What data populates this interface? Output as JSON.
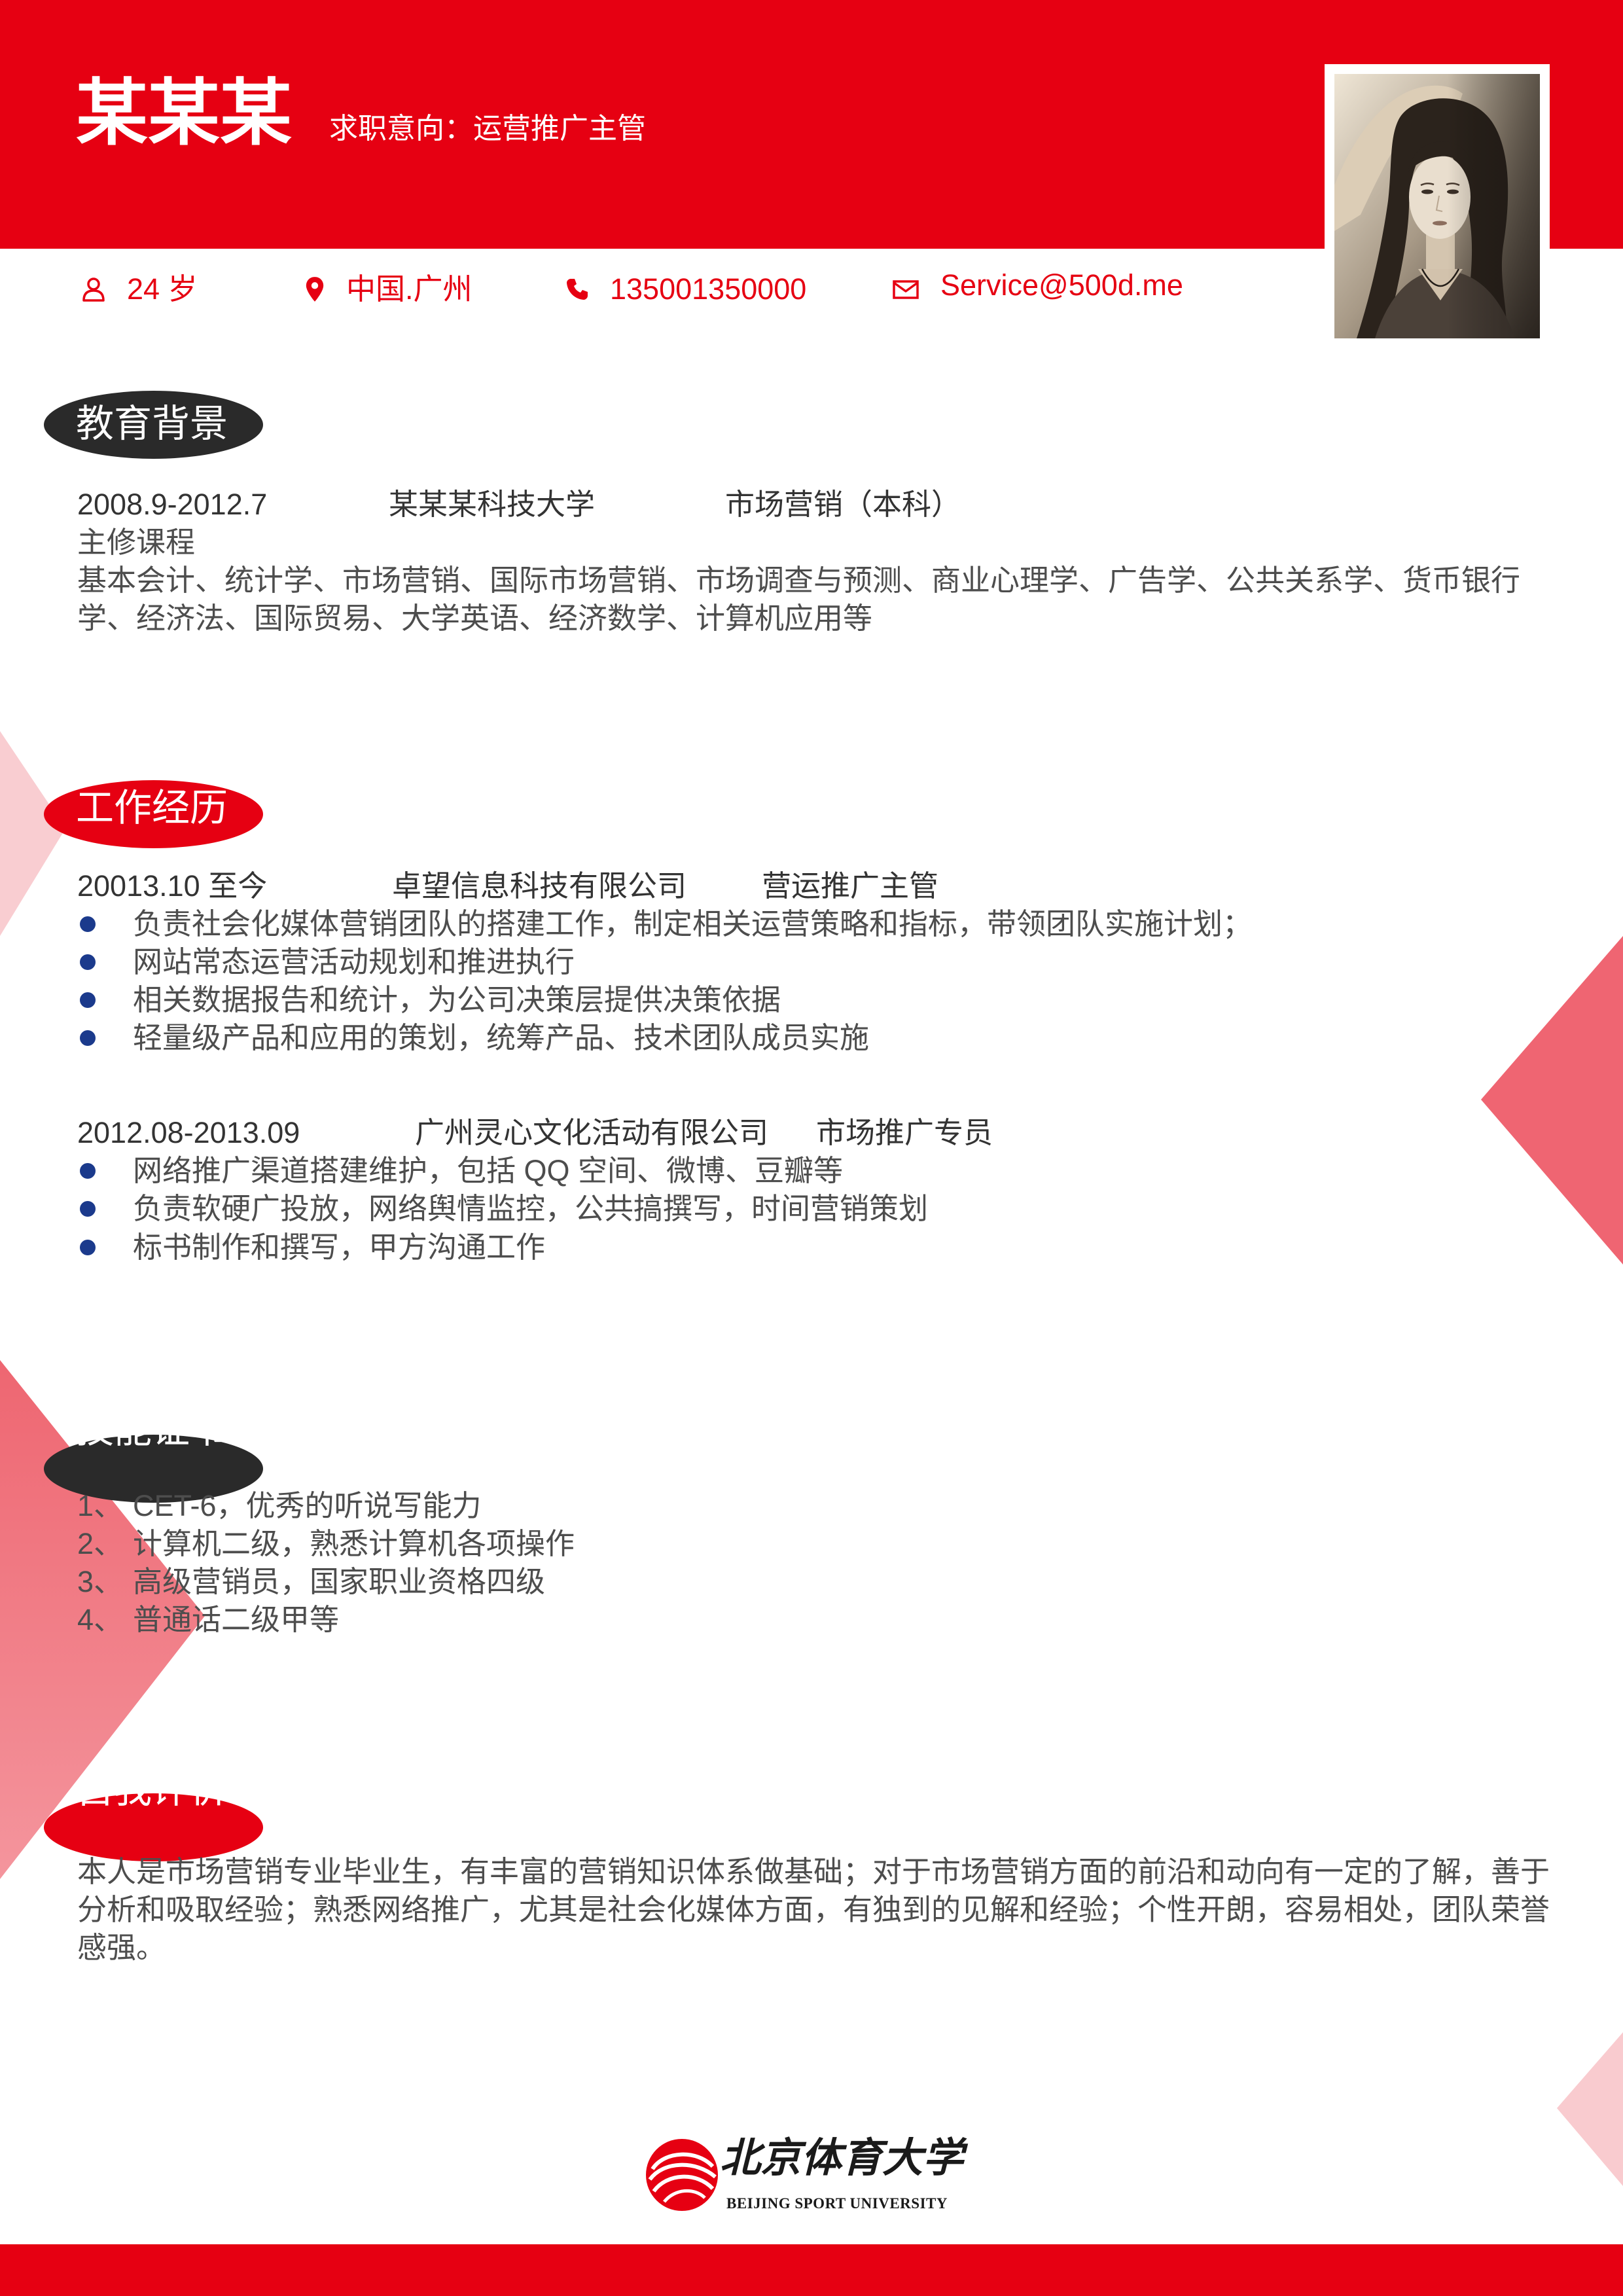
{
  "theme": {
    "accent": "#E60012",
    "bullet": "#1B3A8C",
    "section_dark": "#2A2A2A",
    "decor_light_pink": "#F9CBCF",
    "decor_medium_pink": "#EF6572",
    "decor_large_pink": "#F07882"
  },
  "header": {
    "name": "某某某",
    "job_intent": "求职意向：运营推广主管"
  },
  "contact": {
    "age": "24 岁",
    "age_icon": "person-icon",
    "location": "中国.广州",
    "location_icon": "location-icon",
    "phone": "135001350000",
    "phone_icon": "phone-icon",
    "email": "Service@500d.me",
    "email_icon": "mail-icon"
  },
  "education": {
    "title": "教育背景",
    "period": "2008.9-2012.7",
    "school": "某某某科技大学",
    "major": "市场营销（本科）",
    "courses_label": "主修课程",
    "courses_lines": [
      "基本会计、统计学、市场营销、国际市场营销、市场调查与预测、商业心理学、广告学、公共关系学、货币银行",
      "学、经济法、国际贸易、大学英语、经济数学、计算机应用等"
    ]
  },
  "work": {
    "title": "工作经历",
    "jobs": [
      {
        "period": "20013.10 至今",
        "company": "卓望信息科技有限公司",
        "position": "营运推广主管",
        "duties": [
          "负责社会化媒体营销团队的搭建工作，制定相关运营策略和指标，带领团队实施计划；",
          "网站常态运营活动规划和推进执行",
          "相关数据报告和统计，为公司决策层提供决策依据",
          "轻量级产品和应用的策划，统筹产品、技术团队成员实施"
        ]
      },
      {
        "period": "2012.08-2013.09",
        "company": "广州灵心文化活动有限公司",
        "position": "市场推广专员",
        "duties": [
          "网络推广渠道搭建维护，包括 QQ 空间、微博、豆瓣等",
          "负责软硬广投放，网络舆情监控，公共搞撰写，时间营销策划",
          "标书制作和撰写，甲方沟通工作"
        ]
      }
    ]
  },
  "skills": {
    "title": "技能证书",
    "items": [
      {
        "num": "1、",
        "text": "CET-6，优秀的听说写能力"
      },
      {
        "num": "2、",
        "text": "计算机二级，熟悉计算机各项操作"
      },
      {
        "num": "3、",
        "text": "高级营销员，国家职业资格四级"
      },
      {
        "num": "4、",
        "text": "普通话二级甲等"
      }
    ]
  },
  "self_evaluation": {
    "title": "自我评价",
    "lines": [
      "本人是市场营销专业毕业生，有丰富的营销知识体系做基础；对于市场营销方面的前沿和动向有一定的了解，善于",
      "分析和吸取经验；熟悉网络推广，尤其是社会化媒体方面，有独到的见解和经验；个性开朗，容易相处，团队荣誉",
      "感强。"
    ]
  },
  "logo": {
    "name_cn": "北京体育大学",
    "name_en": "BEIJING SPORT UNIVERSITY"
  }
}
